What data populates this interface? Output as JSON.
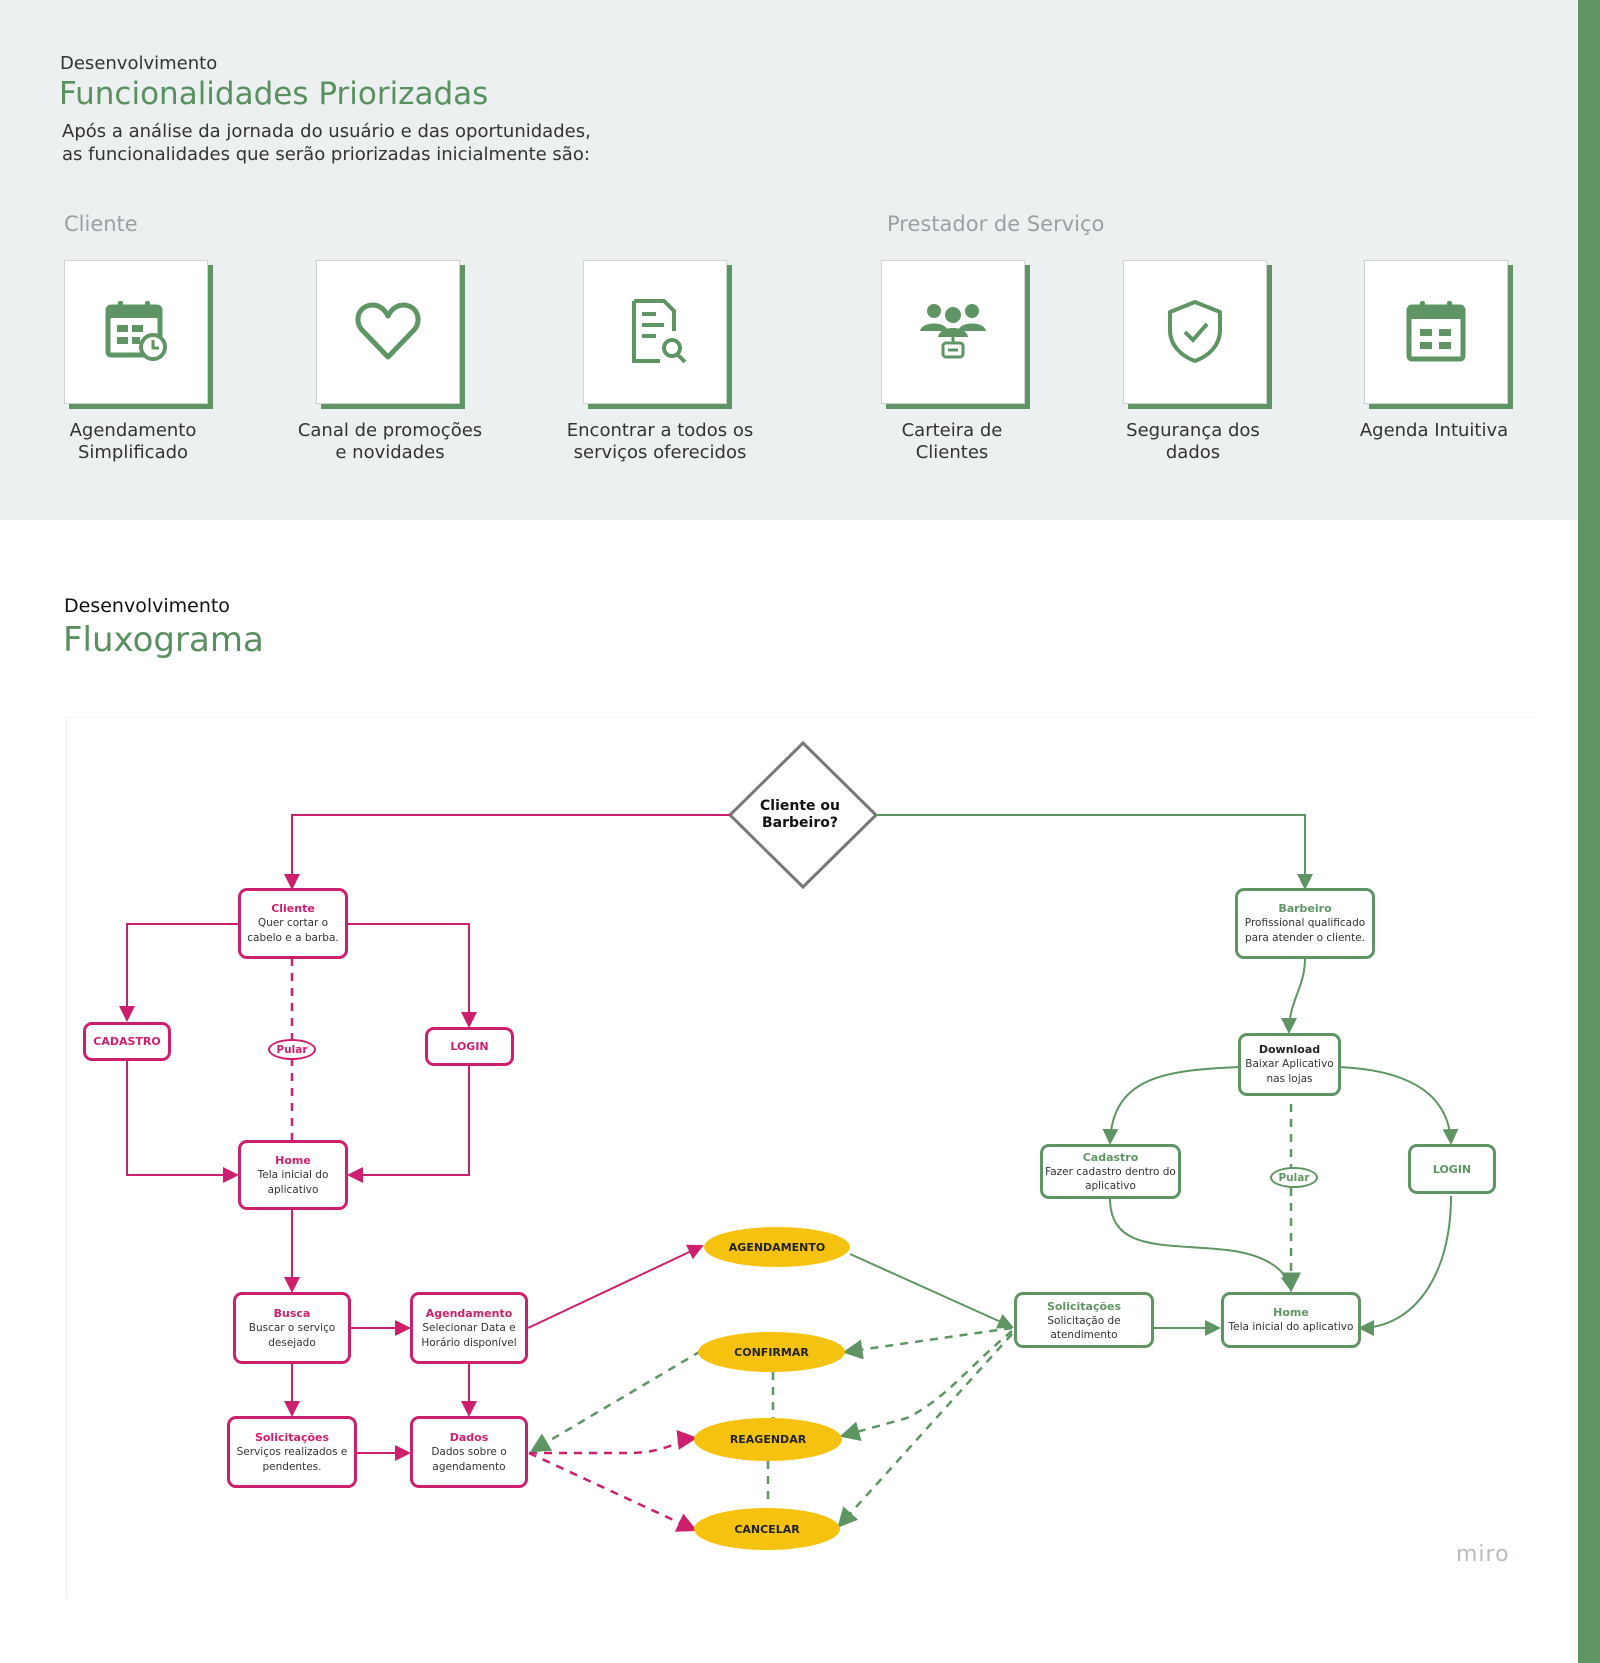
{
  "section1": {
    "eyebrow": "Desenvolvimento",
    "title": "Funcionalidades Priorizadas",
    "intro": "Após a análise da jornada do usuário e das oportunidades,\nas funcionalidades que serão priorizadas inicialmente são:",
    "groups": [
      "Cliente",
      "Prestador de Serviço"
    ],
    "features": [
      {
        "label": "Agendamento\nSimplificado",
        "icon": "calendar-clock-icon"
      },
      {
        "label": "Canal de promoções\ne novidades",
        "icon": "heart-icon"
      },
      {
        "label": "Encontrar a todos os\nserviços oferecidos",
        "icon": "document-search-icon"
      },
      {
        "label": "Carteira de\nClientes",
        "icon": "people-icon"
      },
      {
        "label": "Segurança dos\ndados",
        "icon": "shield-check-icon"
      },
      {
        "label": "Agenda Intuitiva",
        "icon": "calendar-icon"
      }
    ]
  },
  "section2": {
    "eyebrow": "Desenvolvimento",
    "title": "Fluxograma"
  },
  "flowchart": {
    "decision": "Cliente ou\nBarbeiro?",
    "cliente": {
      "title": "Cliente",
      "body": "Quer cortar o\ncabelo e a barba."
    },
    "cadastro": "CADASTRO",
    "pular_pk": "Pular",
    "login_pk": "LOGIN",
    "home_pk": {
      "title": "Home",
      "body": "Tela inicial do\naplicativo"
    },
    "busca": {
      "title": "Busca",
      "body": "Buscar o serviço\ndesejado"
    },
    "agendamento_pk": {
      "title": "Agendamento",
      "body": "Selecionar Data e\nHorário disponível"
    },
    "solicitacoes_pk": {
      "title": "Solicitações",
      "body": "Serviços realizados e\npendentes."
    },
    "dados": {
      "title": "Dados",
      "body": "Dados sobre o\nagendamento"
    },
    "barbeiro": {
      "title": "Barbeiro",
      "body": "Profissional qualificado\npara atender o cliente."
    },
    "download": {
      "title": "Download",
      "body": "Baixar Aplicativo\nnas lojas"
    },
    "cadastro_gr": {
      "title": "Cadastro",
      "body": "Fazer cadastro dentro do\naplicativo"
    },
    "pular_gr": "Pular",
    "login_gr": "LOGIN",
    "solicitacoes_gr": {
      "title": "Solicitações",
      "body": "Solicitação de\natendimento"
    },
    "home_gr": {
      "title": "Home",
      "body": "Tela inicial do aplicativo"
    },
    "ovals": [
      "AGENDAMENTO",
      "CONFIRMAR",
      "REAGENDAR",
      "CANCELAR"
    ],
    "watermark": "miro"
  },
  "colors": {
    "accent_green": "#5f9464",
    "magenta": "#cc1f6e",
    "yellow": "#f5c20f",
    "gray": "#777777"
  }
}
